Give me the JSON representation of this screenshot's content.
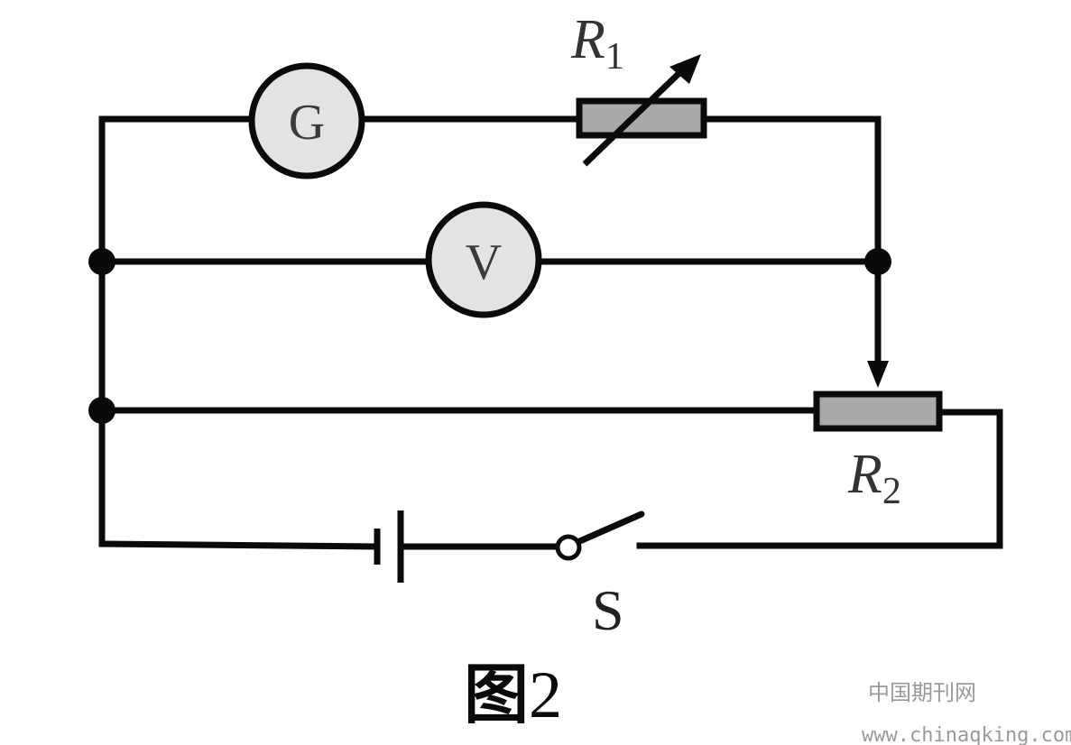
{
  "circuit": {
    "galvanometer": {
      "symbol": "G"
    },
    "voltmeter": {
      "symbol": "V"
    },
    "resistor_1": {
      "letter": "R",
      "subscript": "1"
    },
    "resistor_2": {
      "letter": "R",
      "subscript": "2"
    },
    "switch": {
      "label": "S"
    }
  },
  "caption": {
    "char": "图",
    "number": "2"
  },
  "watermark": {
    "site_name": "中国期刊网",
    "url": "www.chinaqking.com"
  }
}
